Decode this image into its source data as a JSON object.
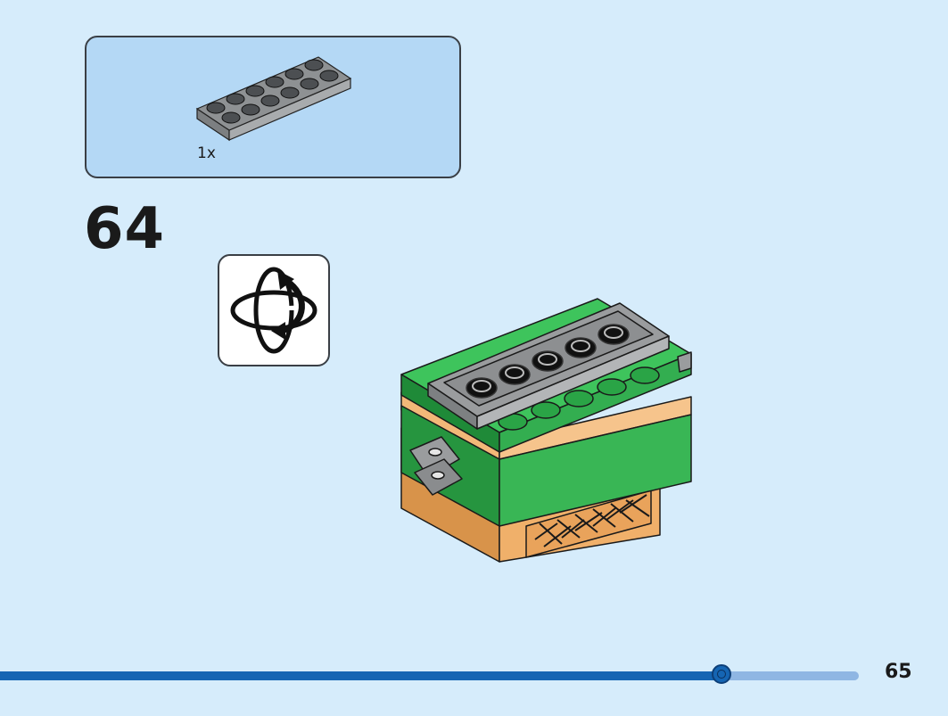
{
  "parts_list": {
    "items": [
      {
        "quantity": "1x",
        "part_icon": "gray-plate-2x6-icon",
        "color": "#8e9193"
      }
    ]
  },
  "step": {
    "number": "64"
  },
  "rotate_indicator": {
    "icon": "rotate-model-icon"
  },
  "model": {
    "icon": "model-build-icon",
    "colors": {
      "green": "#2ea84a",
      "gray": "#9a9c9e",
      "tan": "#e8a65c"
    }
  },
  "progress": {
    "fraction": 0.84,
    "track_color": "#8fb6e3",
    "fill_color": "#1565b3"
  },
  "page": {
    "number": "65"
  }
}
